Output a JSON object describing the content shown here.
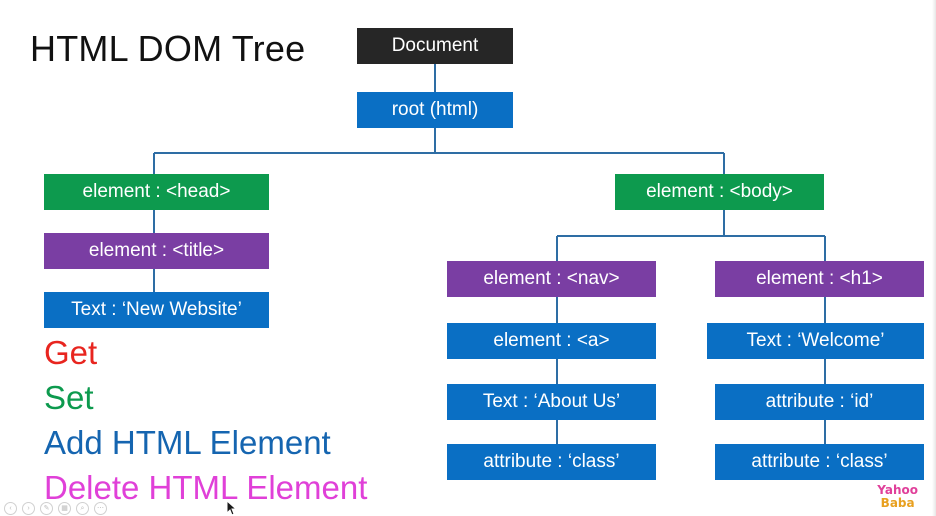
{
  "title": "HTML DOM Tree",
  "nodes": {
    "document": "Document",
    "root": "root (html)",
    "head": "element : <head>",
    "title": "element : <title>",
    "text_new_website": "Text : ‘New Website’",
    "body": "element : <body>",
    "nav": "element : <nav>",
    "a": "element : <a>",
    "text_about_us": "Text : ‘About Us’",
    "attr_class_nav": "attribute : ‘class’",
    "h1": "element : <h1>",
    "text_welcome": "Text : ‘Welcome’",
    "attr_id": "attribute : ‘id’",
    "attr_class_h1": "attribute : ‘class’"
  },
  "actions": {
    "get": "Get",
    "set": "Set",
    "add": "Add HTML Element",
    "delete": "Delete HTML Element"
  },
  "colors": {
    "document": "#262626",
    "blue": "#0a6fc4",
    "green": "#0d9a4e",
    "purple": "#7a3ea3",
    "line": "#2e6da4",
    "get": "#e8251f",
    "set": "#0d9a4e",
    "add": "#1565b0",
    "delete": "#e040d8"
  },
  "logo": {
    "line1": "Yahoo",
    "line2": "Baba"
  }
}
